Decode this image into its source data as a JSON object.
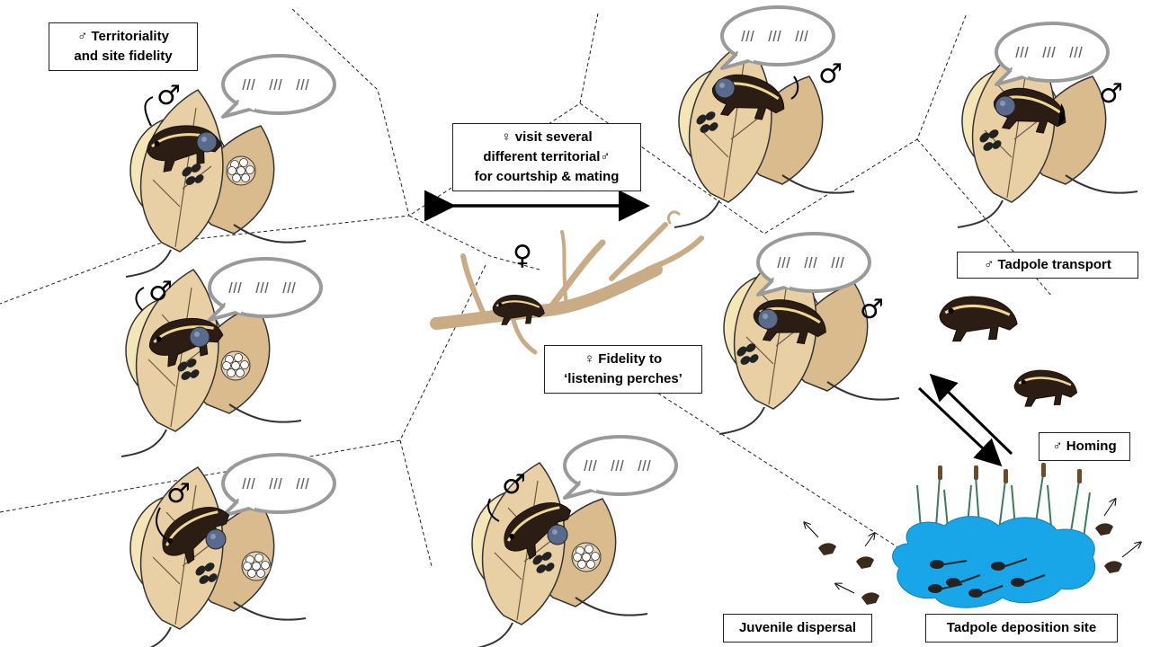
{
  "symbols": {
    "male": "♂",
    "female": "♀"
  },
  "labels": {
    "territoriality_line1": "Territoriality",
    "territoriality_line2": "and site fidelity",
    "visit_line1": "visit several",
    "visit_line2": "different territorial",
    "visit_line3": "for courtship & mating",
    "fidelity_line1": "Fidelity to",
    "fidelity_line2": "‘listening perches’",
    "tadpole_transport": "Tadpole transport",
    "homing": "Homing",
    "juvenile_dispersal": "Juvenile dispersal",
    "tadpole_deposition": "Tadpole deposition site"
  },
  "colors": {
    "leaf": "#e8cfa4",
    "leaf_light": "#f5e6b8",
    "leaf_dark": "#d9bb8e",
    "pond": "#19a6e8",
    "frog": "#2b1d14",
    "frog_stripe": "#f0d890",
    "branch": "#c9ab86",
    "reed": "#3f7a5a"
  }
}
